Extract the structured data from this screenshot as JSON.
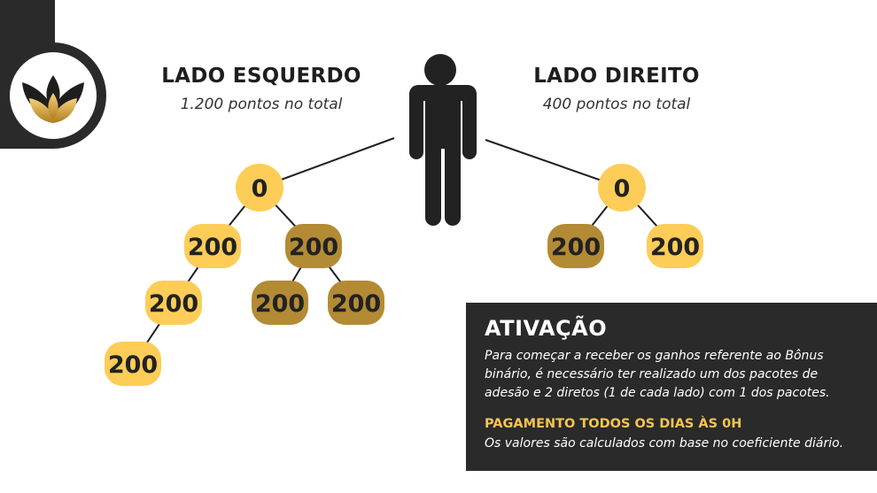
{
  "logo": {
    "name": "lotus-logo"
  },
  "left_side": {
    "title": "LADO ESQUERDO",
    "subtitle": "1.200 pontos no total"
  },
  "right_side": {
    "title": "LADO DIREITO",
    "subtitle": "400 pontos no total"
  },
  "person_icon": "person-icon",
  "colors": {
    "light_node": "#fdcd57",
    "dark_node": "#b38b34",
    "line": "#1f1f1f",
    "panel": "#2a2a2a",
    "accent": "#f6c450"
  },
  "tree": {
    "nodes": [
      {
        "id": "l-root",
        "value": "0",
        "tone": "light",
        "shape": "circle"
      },
      {
        "id": "l-a",
        "value": "200",
        "tone": "light",
        "shape": "pill"
      },
      {
        "id": "l-b",
        "value": "200",
        "tone": "dark",
        "shape": "pill"
      },
      {
        "id": "l-a1",
        "value": "200",
        "tone": "light",
        "shape": "pill"
      },
      {
        "id": "l-b1",
        "value": "200",
        "tone": "dark",
        "shape": "pill"
      },
      {
        "id": "l-b2",
        "value": "200",
        "tone": "dark",
        "shape": "pill"
      },
      {
        "id": "l-a11",
        "value": "200",
        "tone": "light",
        "shape": "pill"
      },
      {
        "id": "r-root",
        "value": "0",
        "tone": "light",
        "shape": "circle"
      },
      {
        "id": "r-a",
        "value": "200",
        "tone": "dark",
        "shape": "pill"
      },
      {
        "id": "r-b",
        "value": "200",
        "tone": "light",
        "shape": "pill"
      }
    ],
    "edges": [
      [
        "person",
        "l-root"
      ],
      [
        "person",
        "r-root"
      ],
      [
        "l-root",
        "l-a"
      ],
      [
        "l-root",
        "l-b"
      ],
      [
        "l-a",
        "l-a1"
      ],
      [
        "l-b",
        "l-b1"
      ],
      [
        "l-b",
        "l-b2"
      ],
      [
        "l-a1",
        "l-a11"
      ],
      [
        "r-root",
        "r-a"
      ],
      [
        "r-root",
        "r-b"
      ]
    ]
  },
  "activation": {
    "title": "ATIVAÇÃO",
    "text": "Para começar a receber os ganhos referente ao Bônus binário, é necessário ter realizado um dos pacotes de adesão e 2 diretos (1 de cada lado) com 1 dos pacotes.",
    "subheading": "PAGAMENTO TODOS OS DIAS ÀS 0H",
    "note": "Os valores são calculados com base no coeficiente diário."
  }
}
